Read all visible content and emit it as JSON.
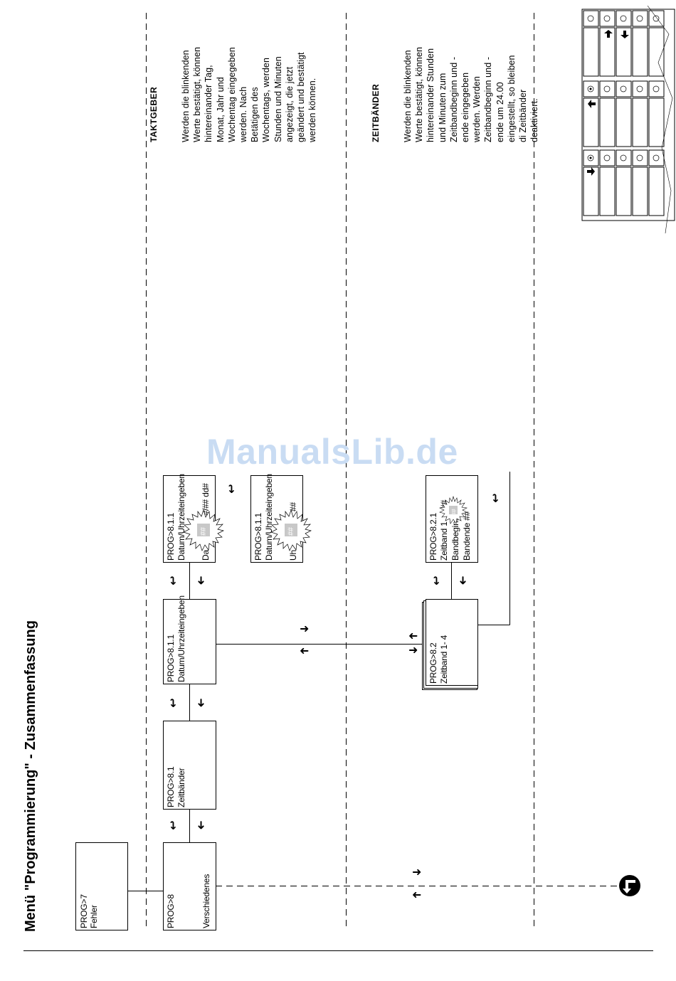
{
  "page": {
    "title": "Menü \"Programmierung\" - Zusammenfassung",
    "watermark": "ManualsLib.de"
  },
  "boxes": {
    "prog7": {
      "line1": "PROG>7",
      "line2": "Fehler"
    },
    "prog8": {
      "line1": "PROG>8",
      "line2": "Verschiedenes"
    },
    "prog81": {
      "line1": "PROG>8.1",
      "line2": "Zeitbänder"
    },
    "prog811": {
      "line1": "PROG>8.1.1",
      "line2": "Datum/Uhrzeiteingeben"
    },
    "prog811_date": {
      "line1": "PROG>8.1.1",
      "line2": "Datum/Uhrzeiteingeben",
      "line3a": "Da",
      "line3b": "##/## dd#",
      "burst": "##"
    },
    "prog811_time": {
      "line1": "PROG>8.1.1",
      "line2": "Datum/Uhrzeiteingeben",
      "line3a": "Uh",
      "line3b": "##",
      "burst": "##"
    },
    "prog82": {
      "line1": "PROG>8.2",
      "line2": "Zeitband  1- 4"
    },
    "prog821": {
      "line1": "PROG>8.2.1",
      "line2a": "Zeitband  1",
      "line2b": "##",
      "line3": "Bandbeginn",
      "line4": "Bandende ##",
      "burst": "##"
    }
  },
  "sections": {
    "taktgeber": {
      "heading": "TAKTGEBER",
      "lines": [
        "Werden die blinkenden",
        "Werte bestätigt, können",
        "hintereinander Tag,",
        "Monat, Jahr und",
        "Wochentag eingegeben",
        "werden. Nach",
        "Betätigen des",
        "Wochentags, werden",
        "Stunden und Minuten",
        "angezeigt, die jetzt",
        "geändert und bestätigt",
        "werden können."
      ]
    },
    "zeitbaender": {
      "heading": "ZEITBÄNDER",
      "lines": [
        "Werden die blinkenden",
        "Werte bestätigt, können",
        "hintereinander Stunden",
        "und Minuten zum",
        "Zeitbandbeginn und -",
        "ende eingegeben",
        "werden. Werden",
        "Zeitbandbeginn und -",
        "ende um 24.00",
        "eingestellt, so bleiben",
        "di Zeitbänder",
        "deaktiviert."
      ]
    }
  },
  "icons": {
    "arrow_right": "➜",
    "arrow_left": "🡐",
    "enter_icon": "↵",
    "back_icon": "↩"
  },
  "colors": {
    "line": "#000000",
    "burst_fill": "#c8c8c8",
    "watermark": "#c9dcf3"
  }
}
